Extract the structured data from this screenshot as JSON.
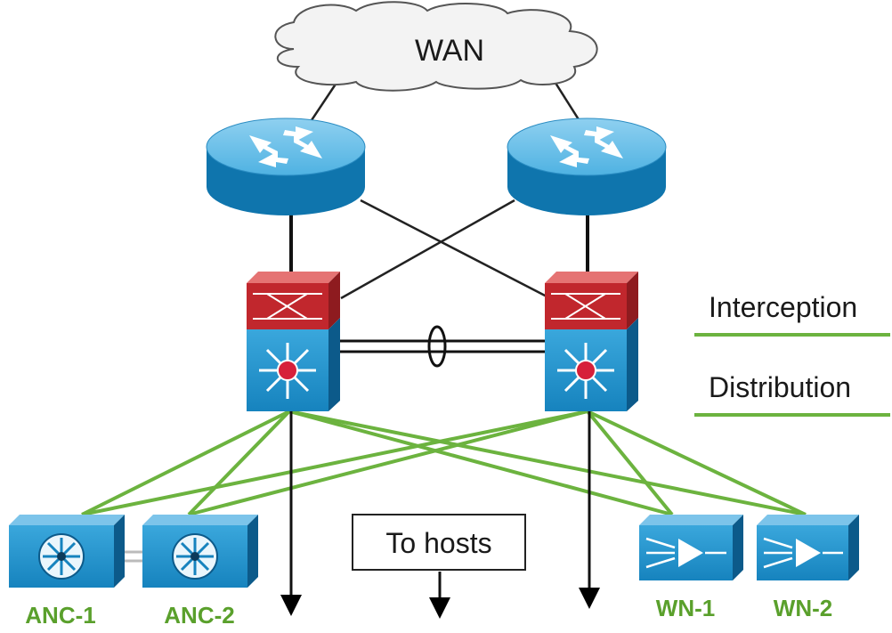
{
  "cloud_label": "WAN",
  "layers": {
    "interception": "Interception",
    "distribution": "Distribution"
  },
  "hosts_label": "To hosts",
  "devices": {
    "anc1": "ANC-1",
    "anc2": "ANC-2",
    "wn1": "WN-1",
    "wn2": "WN-2"
  },
  "colors": {
    "device_blue": "#1f8fc8",
    "device_blue_dark": "#0e5e8e",
    "firewall_red": "#c1272d",
    "link_green": "#6cb33f",
    "label_green": "#5aa02c",
    "layer_line_green": "#6cb33f"
  },
  "icons": {
    "cloud": "cloud-icon",
    "router": "router-icon",
    "firewall": "firewall-module-icon",
    "switch": "multilayer-switch-icon",
    "anc": "anc-appliance-icon",
    "wn": "wan-optimizer-icon"
  }
}
